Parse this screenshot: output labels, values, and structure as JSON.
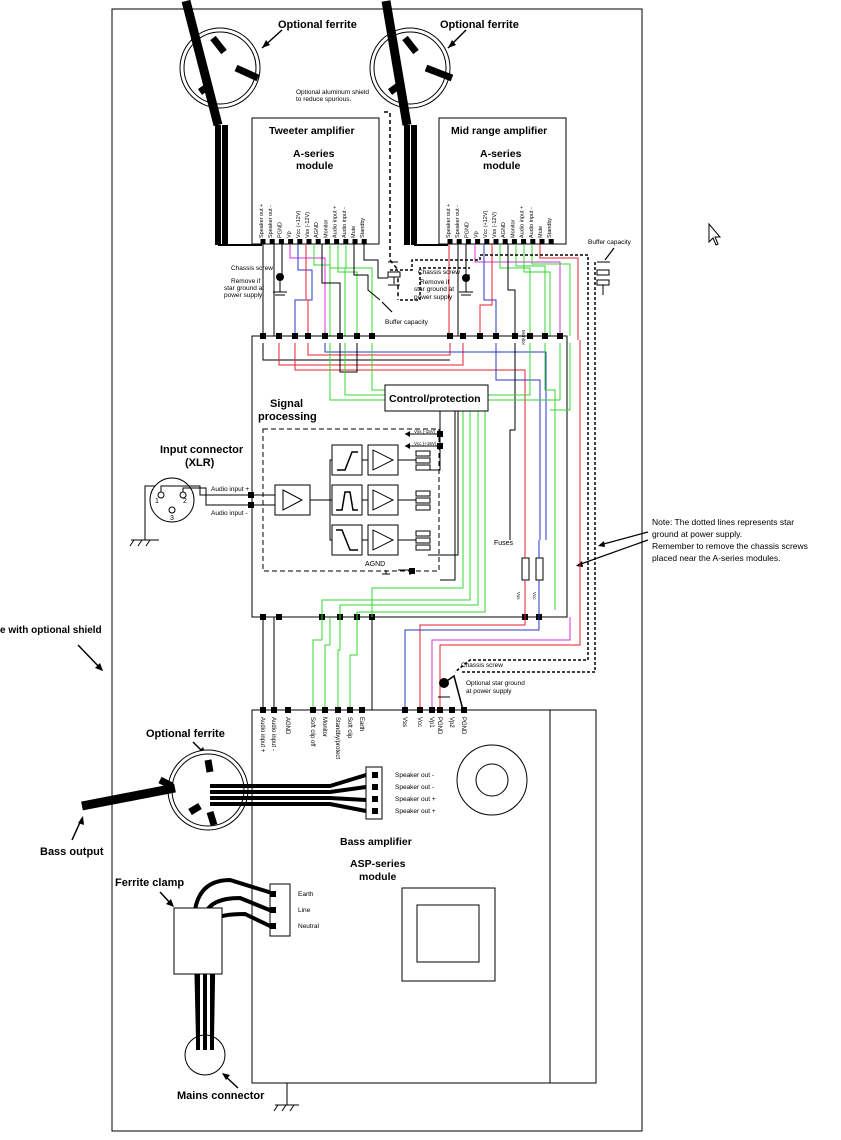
{
  "labels": {
    "optional_ferrite_1": "Optional ferrite",
    "optional_ferrite_2": "Optional ferrite",
    "aluminum_shield": [
      "Optional aluminum shield",
      "to reduce spurious."
    ],
    "tweeter_title": "Tweeter amplifier",
    "tweeter_module": [
      "A-series",
      "module"
    ],
    "mid_title": "Mid range amplifier",
    "mid_module": [
      "A-series",
      "module"
    ],
    "a_pins": [
      "Speaker out +",
      "Speaker out -",
      "PGND",
      "Vp",
      "Vcc (+12V)",
      "Vss (-12V)",
      "AGND",
      "Monitor",
      "Audio input +",
      "Audio input -",
      "Mute",
      "Standby"
    ],
    "chassis_screw_1": "Chassis screw",
    "remove_star_1": [
      "Remove if",
      "star ground at",
      "power supply"
    ],
    "chassis_screw_2": "Chassis screw",
    "remove_star_2": [
      "Remove if",
      "star ground at",
      "power supply"
    ],
    "buffer_capacity_1": "Buffer capacity",
    "buffer_capacity_2": "Buffer capacity",
    "signal_processing": [
      "Signal",
      "processing"
    ],
    "control_protection": "Control/protection",
    "input_connector": [
      "Input connector",
      "(XLR)"
    ],
    "audio_input_plus": "Audio input +",
    "audio_input_minus": "Audio input -",
    "xlr_pins": [
      "1",
      "2",
      "3"
    ],
    "vss_label": "Vss (-15V)",
    "vcc_label": "Vcc (+15V)",
    "agnd_label": "AGND",
    "fuses": "Fuses",
    "note": [
      "Note: The dotted lines represents star",
      "ground at power supply.",
      "Remember to remove the chassis screws",
      "placed near the A-series modules."
    ],
    "enclosure_shield": "e with optional shield",
    "chassis_screw_3": "Chassis screw",
    "optional_star_ground": [
      "Optional star ground",
      "at power supply"
    ],
    "asp_pins": [
      "Audio input +",
      "Audio input -",
      "AGND",
      "Soft clip off",
      "Monitor",
      "Standby/protect",
      "Soft clip",
      "Earth"
    ],
    "asp_power_pins": [
      "Vss",
      "Vcc",
      "Vp1",
      "PGND",
      "Vp2",
      "PGND"
    ],
    "optional_ferrite_3": "Optional ferrite",
    "speaker_outs": [
      "Speaker out -",
      "Speaker out -",
      "Speaker out +",
      "Speaker out +"
    ],
    "bass_output": "Bass output",
    "bass_amplifier": "Bass amplifier",
    "asp_module": [
      "ASP-series",
      "module"
    ],
    "ferrite_clamp": "Ferrite clamp",
    "mains_pins": [
      "Earth",
      "Line",
      "Neutral"
    ],
    "mains_connector": "Mains connector",
    "monitor_side": "Monitor",
    "vss_side": "Vss",
    "vcc_side": "Vcc"
  },
  "colors": {
    "line": "#000000",
    "red": "#e8212b",
    "blue": "#2a36c8",
    "magenta": "#d431d6",
    "green": "#36d636",
    "gray": "#888888"
  }
}
